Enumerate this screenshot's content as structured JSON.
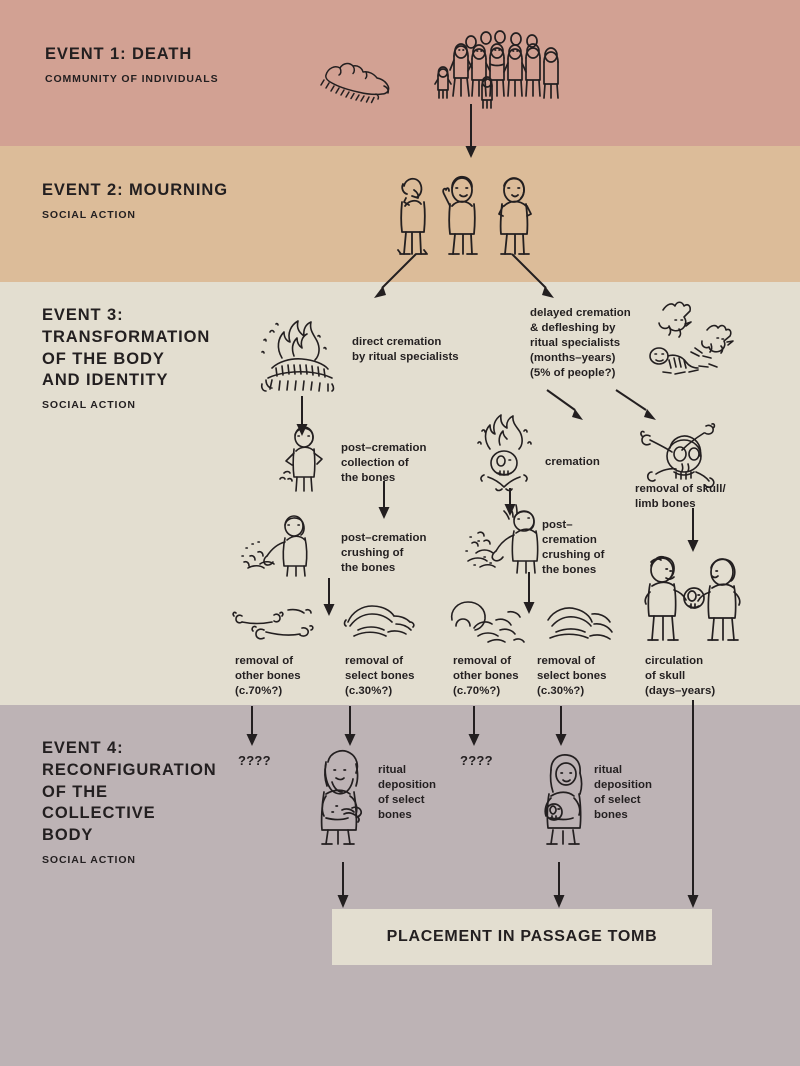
{
  "bands": [
    {
      "id": "event-1",
      "title": "EVENT 1: DEATH",
      "subtitle": "COMMUNITY OF INDIVIDUALS",
      "color": "#d2a193"
    },
    {
      "id": "event-2",
      "title": "EVENT 2: MOURNING",
      "subtitle": "SOCIAL ACTION",
      "color": "#dcbc99"
    },
    {
      "id": "event-3",
      "title": "EVENT 3:\nTRANSFORMATION\nOF THE BODY\nAND IDENTITY",
      "subtitle": "SOCIAL ACTION",
      "color": "#e3ded0"
    },
    {
      "id": "event-4",
      "title": "EVENT 4:\nRECONFIGURATION\nOF THE\nCOLLECTIVE\nBODY",
      "subtitle": "SOCIAL ACTION",
      "color": "#bdb3b5"
    }
  ],
  "labels": {
    "direct_cremation": "direct cremation\nby ritual specialists",
    "delayed_cremation": "delayed cremation\n& defleshing by\nritual specialists\n(months–years)\n(5% of people?)",
    "post_cremation_collection": "post–cremation\ncollection of\nthe bones",
    "post_cremation_crushing_left": "post–cremation\ncrushing of\nthe bones",
    "cremation": "cremation",
    "post_cremation_crushing_mid": "post–\ncremation\ncrushing of\nthe bones",
    "removal_skull_limb": "removal of skull/\nlimb bones",
    "removal_other_left": "removal of\nother bones\n(c.70%?)",
    "removal_select_left": "removal of\nselect bones\n(c.30%?)",
    "removal_other_mid": "removal of\nother bones\n(c.70%?)",
    "removal_select_mid": "removal of\nselect bones\n(c.30%?)",
    "circulation_skull": "circulation\nof skull\n(days–years)",
    "unknown_left": "????",
    "unknown_mid": "????",
    "ritual_deposition_left": "ritual\ndeposition\nof select\nbones",
    "ritual_deposition_right": "ritual\ndeposition\nof select\nbones"
  },
  "tomb": {
    "label": "PLACEMENT IN PASSAGE TOMB",
    "background": "#e3ded0"
  },
  "illustrations": {
    "corpse": "reclining-corpse-illustration",
    "crowd": "community-crowd-illustration",
    "mourners": "three-mourners-illustration",
    "pyre_body": "burning-body-pyre-illustration",
    "birds_excarnation": "birds-defleshing-corpse-illustration",
    "bone_collector": "person-collecting-bones-illustration",
    "bone_crusher_left": "person-crushing-bones-illustration",
    "pyre_skull": "burning-skull-pyre-illustration",
    "skull_crossbones": "skull-and-crossed-bones-illustration",
    "bone_crusher_mid": "person-crushing-bones-mid-illustration",
    "bones_other_left": "scattered-long-bones-illustration",
    "bones_select_left": "selected-bone-fragments-illustration",
    "bones_other_mid": "skull-and-fragments-illustration",
    "bones_select_mid": "bone-fragment-pile-illustration",
    "skull_exchange": "two-people-exchanging-skull-illustration",
    "deposition_person_left": "bearded-person-holding-bones-illustration",
    "deposition_person_right": "person-holding-skull-illustration"
  },
  "ink_color": "#231f20"
}
